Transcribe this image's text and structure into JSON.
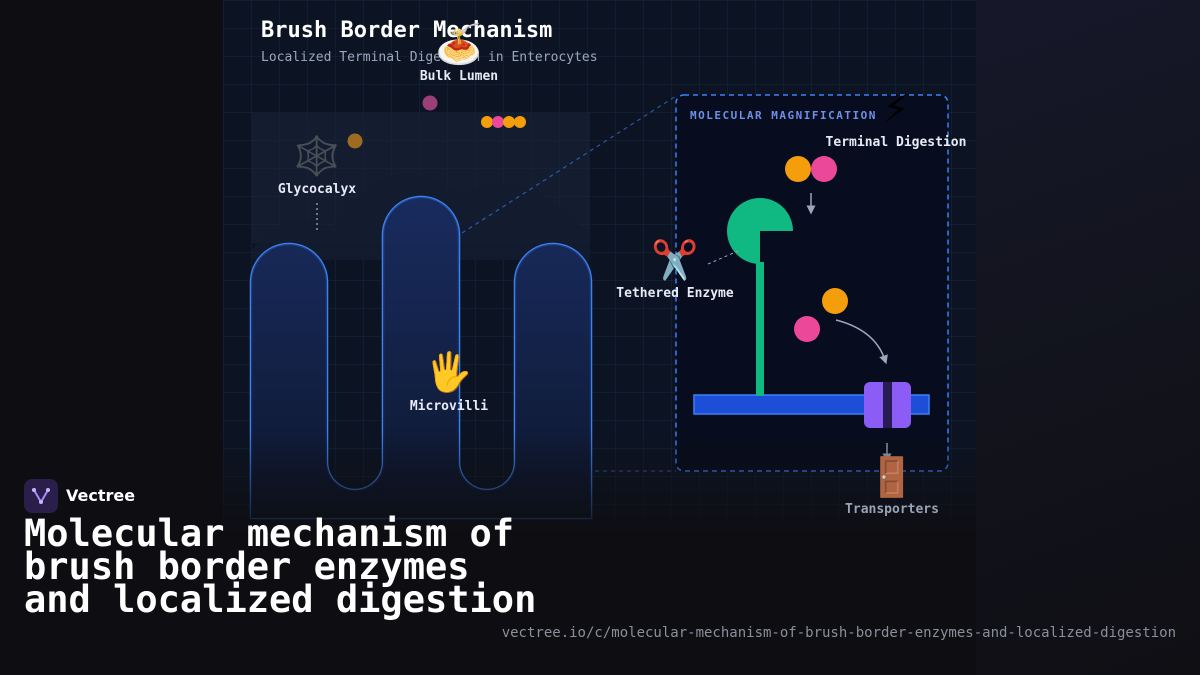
{
  "diagram": {
    "title": "Brush Border Mechanism",
    "subtitle": "Localized Terminal Digestion in Enterocytes",
    "labels": {
      "bulk_lumen": "Bulk Lumen",
      "glycocalyx": "Glycocalyx",
      "microvilli": "Microvilli",
      "tethered_enzyme": "Tethered Enzyme",
      "terminal_digestion": "Terminal Digestion",
      "transporters": "Transporters",
      "magnification": "MOLECULAR MAGNIFICATION"
    },
    "icons": {
      "bulk_lumen": "🍝",
      "glycocalyx": "🕸️",
      "microvilli": "🖐️",
      "tethered_enzyme": "✂️",
      "terminal_digestion": "⚡",
      "transporters": "🚪"
    },
    "colors": {
      "microvilli_stroke": "#3b82f6",
      "enzyme": "#10b981",
      "transporter": "#8b5cf6",
      "nutrient_orange": "#f59e0b",
      "nutrient_pink": "#ec4899",
      "accent_blue": "#6f8fe6"
    }
  },
  "brand": {
    "name": "Vectree",
    "headline": "Molecular mechanism of brush border enzymes and localized digestion",
    "url": "vectree.io/c/molecular-mechanism-of-brush-border-enzymes-and-localized-digestion"
  }
}
